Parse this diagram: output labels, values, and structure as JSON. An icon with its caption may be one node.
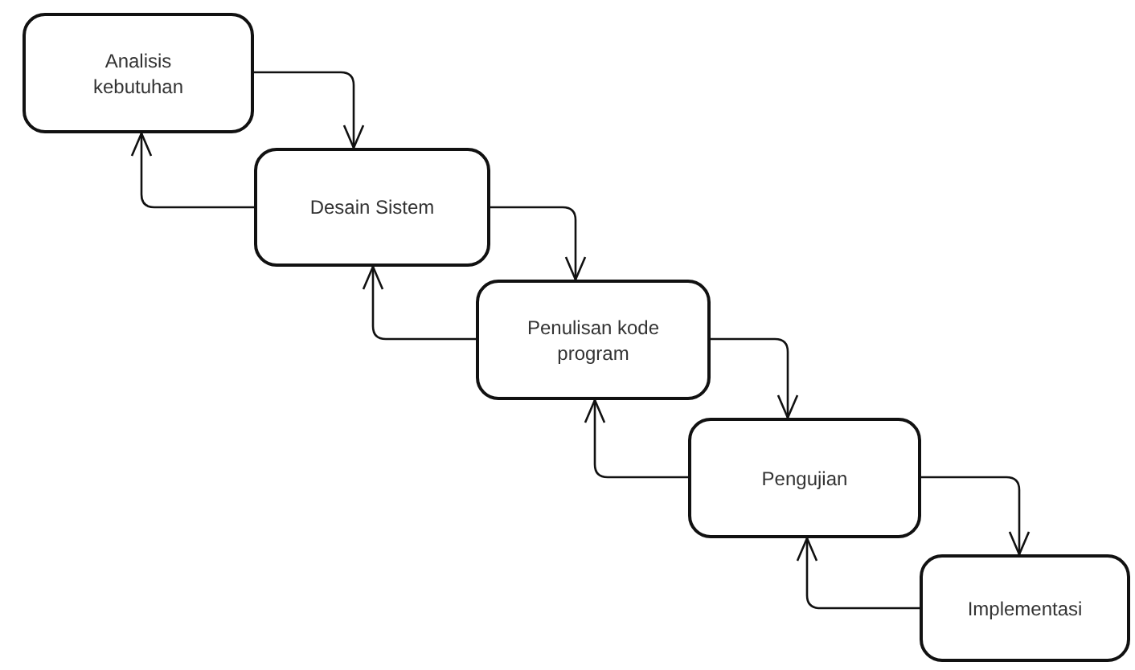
{
  "diagram": {
    "nodes": [
      {
        "text": [
          "Analisis kebutuhan"
        ]
      },
      {
        "text": [
          "Desain Sistem"
        ]
      },
      {
        "text": [
          "Penulisan kode program"
        ]
      },
      {
        "text": [
          "Pengujian"
        ]
      },
      {
        "text": [
          "Implementasi"
        ]
      }
    ],
    "edges": [
      {
        "from": 0,
        "to": 1,
        "arrow": "to"
      },
      {
        "from": 1,
        "to": 0,
        "arrow": "to"
      },
      {
        "from": 1,
        "to": 2,
        "arrow": "to"
      },
      {
        "from": 2,
        "to": 1,
        "arrow": "to"
      },
      {
        "from": 2,
        "to": 3,
        "arrow": "to"
      },
      {
        "from": 3,
        "to": 2,
        "arrow": "to"
      },
      {
        "from": 3,
        "to": 4,
        "arrow": "to"
      },
      {
        "from": 4,
        "to": 3,
        "arrow": "to"
      }
    ]
  }
}
